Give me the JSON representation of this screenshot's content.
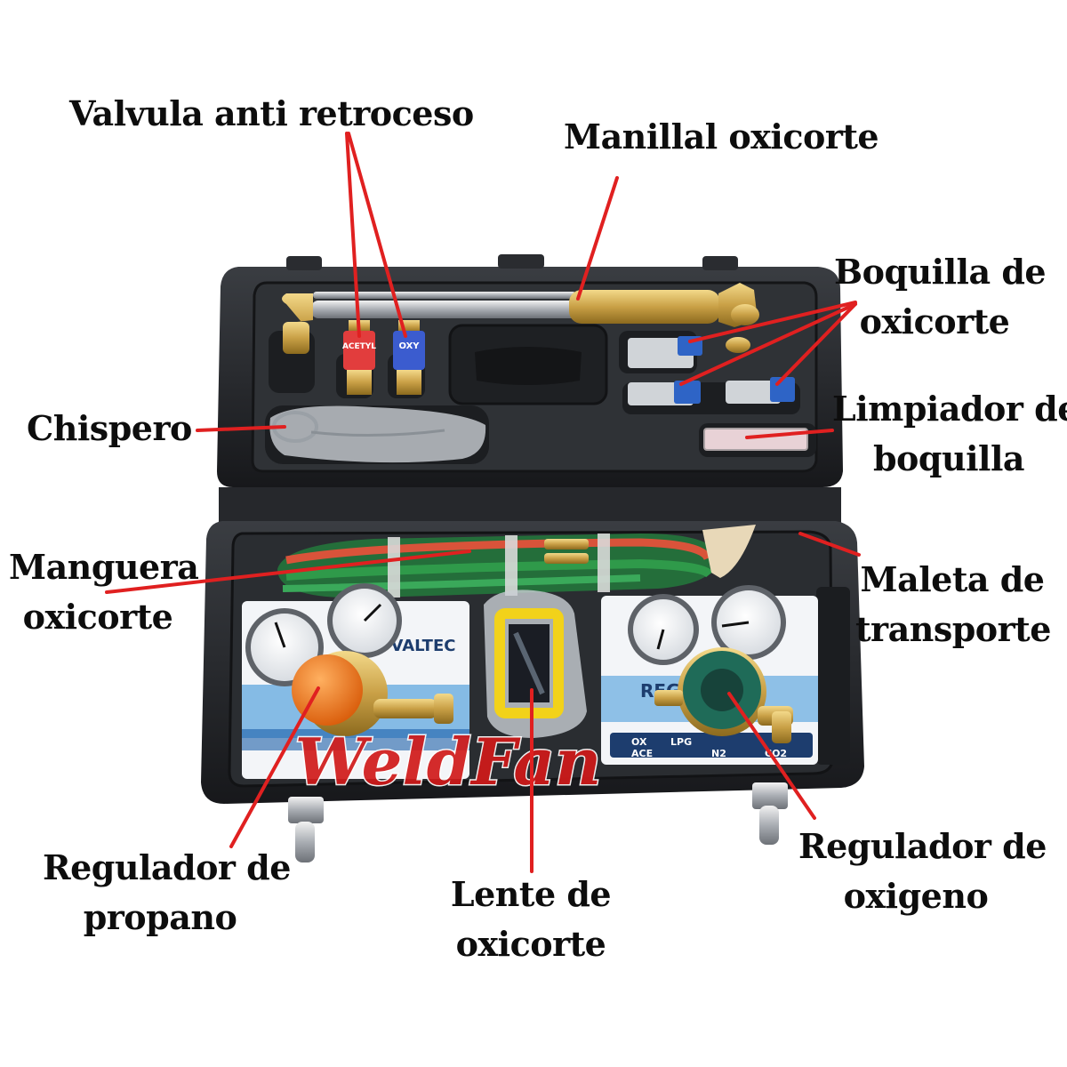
{
  "colors": {
    "annotation_line": "#e02020",
    "label_text": "#0d0d0d",
    "case_body": "#1f2124",
    "case_tray": "#2b2d31",
    "brass": "#c9a046",
    "hose_green": "#2f9a4a",
    "hose_red": "#d9533a",
    "regulator_orange": "#f07a1a",
    "regulator_green": "#1f6b58",
    "lens_yellow": "#f2d21a",
    "watermark": "#d11a1a"
  },
  "labels": {
    "valvula": "Valvula anti retroceso",
    "manillal": "Manillal oxicorte",
    "boquilla_1": "Boquilla de",
    "boquilla_2": "oxicorte",
    "chispero": "Chispero",
    "limpiador_1": "Limpiador de",
    "limpiador_2": "boquilla",
    "manguera_1": "Manguera",
    "manguera_2": "oxicorte",
    "maleta_1": "Maleta de",
    "maleta_2": "transporte",
    "reg_propano_1": "Regulador de",
    "reg_propano_2": "propano",
    "lente_1": "Lente de",
    "lente_2": "oxicorte",
    "reg_oxigeno_1": "Regulador de",
    "reg_oxigeno_2": "oxigeno"
  },
  "product_text": {
    "valve_left": "ACETYL",
    "valve_right": "OXY",
    "box_brand": "VALTEC",
    "box_reg": "REGULATOR",
    "gas_types": [
      "OX",
      "LPG",
      "ACE",
      "N2",
      "CO2"
    ]
  },
  "watermark": "WeldFan"
}
